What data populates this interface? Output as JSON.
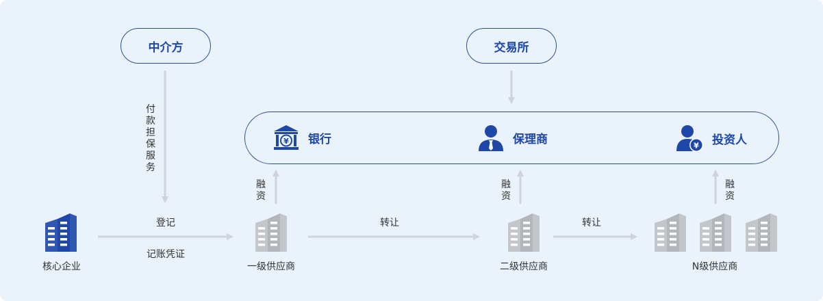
{
  "nodes": {
    "intermediary": "中介方",
    "exchange": "交易所",
    "bank": "银行",
    "factor": "保理商",
    "investor": "投资人",
    "core_enterprise": "核心企业",
    "tier1_supplier": "一级供应商",
    "tier2_supplier": "二级供应商",
    "tierN_supplier": "N级供应商"
  },
  "edges": {
    "guarantee_service": "付款担保服务",
    "register": "登记",
    "bookkeeping": "记账凭证",
    "transfer_1": "转让",
    "transfer_2": "转让",
    "financing_1": "融资",
    "financing_2": "融资",
    "financing_3": "融资"
  },
  "colors": {
    "background": "#eaf2fb",
    "accent": "#1f47a8",
    "border": "#2a4f9a",
    "arrow": "#cfd4db",
    "supplier_icon": "#b3b6bb"
  },
  "icons": {
    "bank": "bank-icon",
    "factor": "person-icon",
    "investor": "investor-icon",
    "enterprise": "building-icon"
  }
}
